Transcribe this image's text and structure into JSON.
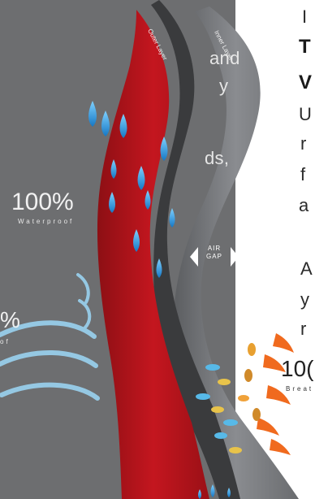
{
  "left_copy": {
    "line1": "and",
    "line2": "y",
    "line3": "ds,"
  },
  "waterproof_stat": {
    "value": "100%",
    "caption": "Waterproof"
  },
  "partial_stat": {
    "value": "%",
    "caption": "of"
  },
  "right_copy": {
    "line1": "I",
    "line2": "T",
    "line3": "V",
    "line4": "U",
    "line5": "r",
    "line6": "f",
    "line7": "a",
    "line8": "A",
    "line9": "y",
    "line10": "r"
  },
  "breathable_stat": {
    "value": "10(",
    "caption": "Breat"
  },
  "layers": {
    "outer_label": "Outer Layer",
    "inner_label": "Inner Layer",
    "gap_line1": "AIR",
    "gap_line2": "GAP"
  },
  "colors": {
    "panel_grey": "#6d6e70",
    "outer_layer_red": "#b8141c",
    "inner_layer_grey": "#7d7f82",
    "dark_layer": "#3a3b3d",
    "raindrop_blue": "#2a9fd8",
    "wind_blue": "#9ad2f0",
    "heat_orange": "#f06a1e"
  }
}
